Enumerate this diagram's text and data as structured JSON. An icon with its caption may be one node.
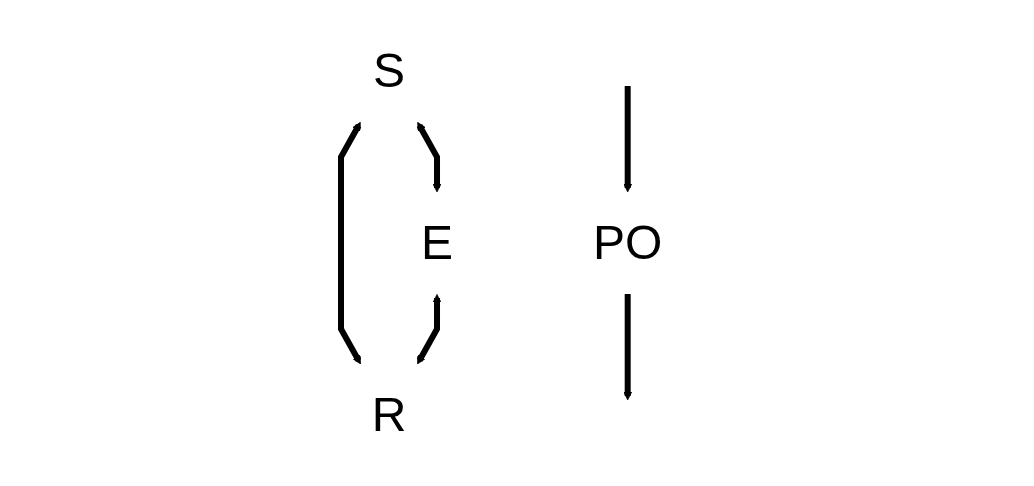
{
  "diagram": {
    "nodes": [
      {
        "text": [
          "PO"
        ]
      },
      {
        "text": [
          "S"
        ]
      },
      {
        "text": [
          "R"
        ]
      },
      {
        "text": [
          "E"
        ]
      }
    ],
    "edges": [
      {
        "from": 1,
        "to": 2,
        "arrow": "both"
      },
      {
        "from": 0,
        "to": null,
        "arrow": "to"
      },
      {
        "from": null,
        "to": 0,
        "arrow": "to"
      },
      {
        "from": 1,
        "to": 3,
        "arrow": "both"
      },
      {
        "from": 3,
        "to": 2,
        "arrow": "both"
      }
    ]
  }
}
